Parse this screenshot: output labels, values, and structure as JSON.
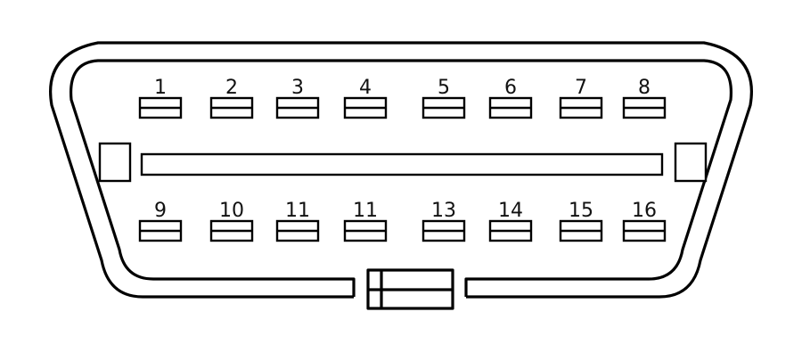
{
  "connector": {
    "top_row_labels": [
      "1",
      "2",
      "3",
      "4",
      "5",
      "6",
      "7",
      "8"
    ],
    "bottom_row_labels": [
      "9",
      "10",
      "11",
      "11",
      "13",
      "14",
      "15",
      "16"
    ],
    "stroke_color": "#000000",
    "background_color": "#ffffff"
  }
}
